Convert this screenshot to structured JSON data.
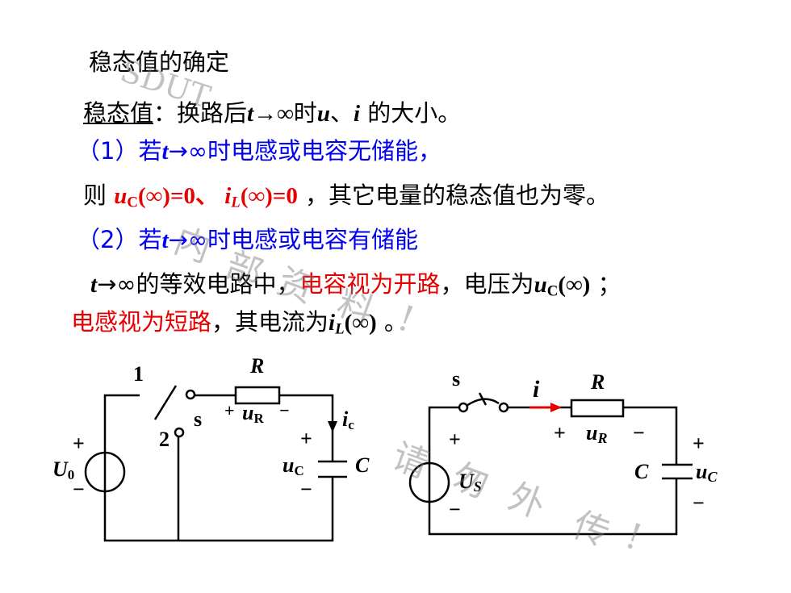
{
  "slide": {
    "title": "稳态值的确定",
    "def": {
      "term": "稳态值",
      "colon": "：",
      "p1": "换路后",
      "t": "t",
      "arrow": "→∞",
      "time": "时",
      "u": "u",
      "sep": "、",
      "i": "i",
      "end": " 的大小。"
    },
    "case1": {
      "num": "（1）若",
      "t": "t",
      "rest": "→∞时电感或电容无储能，"
    },
    "case1b": {
      "pre": "则 ",
      "u": "u",
      "usub": "C",
      "uval": "(∞)=0、 ",
      "i": "i",
      "isub": "L",
      "ival": "(∞)=0",
      "post": " ，其它电量的稳态值也为零。"
    },
    "case2": {
      "num": "（2）若",
      "t": "t",
      "rest": "→∞时电感或电容有储能"
    },
    "case2b": {
      "t": "t",
      "p1": "→∞的等效电路中，",
      "red": "电容视为开路",
      "p2": "，电压为",
      "u": "u",
      "usub": "C",
      "uval": "(∞)",
      "end": " ；"
    },
    "case2c": {
      "red": "电感视为短路",
      "p1": "，其电流为",
      "i": "i",
      "isub": "L",
      "ival": "(∞)",
      "end": " 。"
    }
  },
  "circuit_left": {
    "pos1": "1",
    "pos2": "2",
    "switch": "s",
    "resistor": "R",
    "plus_r": "+",
    "u_r": "u",
    "u_r_sub": "R",
    "minus_r": "−",
    "i_c": "i",
    "i_c_sub": "c",
    "plus_c": "+",
    "u_c": "u",
    "u_c_sub": "C",
    "minus_c": "−",
    "cap": "C",
    "plus_src": "+",
    "src": "U",
    "src_sub": "0",
    "minus_src": "−"
  },
  "circuit_right": {
    "switch": "s",
    "i": "i",
    "resistor": "R",
    "plus_r": "+",
    "u_r": "u",
    "u_r_sub": "R",
    "minus_r": "−",
    "plus_src": "+",
    "src": "U",
    "src_sub": "S",
    "minus_src": "−",
    "cap": "C",
    "plus_c": "+",
    "u_c": "u",
    "u_c_sub": "C",
    "minus_c": "−"
  },
  "watermark": {
    "brand": "SDUT",
    "c1": "内",
    "c2": "部",
    "c3": "资",
    "c4": "料",
    "c5": "!",
    "c6": "请",
    "c7": "勿",
    "c8": "外",
    "c9": "传",
    "c10": "!"
  },
  "colors": {
    "red": "#e60000",
    "blue": "#0000ee",
    "arrow": "#e60000"
  }
}
